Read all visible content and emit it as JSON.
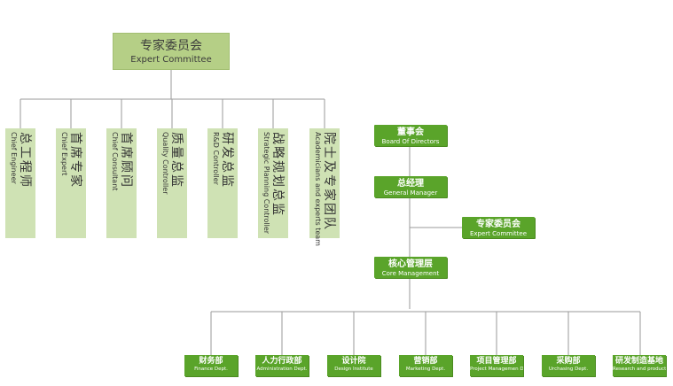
{
  "left_chart": {
    "committee": {
      "zh": "专家委员会",
      "en": "Expert Committee"
    },
    "members": [
      {
        "zh": "总工程师",
        "en": "Chief Engineer"
      },
      {
        "zh": "首席专家",
        "en": "Chief Expert"
      },
      {
        "zh": "首席顾问",
        "en": "Chief Consultant"
      },
      {
        "zh": "质量总监",
        "en": "Quality Controller"
      },
      {
        "zh": "研发总监",
        "en": "R&D Controller"
      },
      {
        "zh": "战略规划总监",
        "en": "Strategic Planning Controller"
      },
      {
        "zh": "院士及专家团队",
        "en": "Academicians and experts team"
      }
    ]
  },
  "right_chart": {
    "board": {
      "zh": "董事会",
      "en": "Board Of Directors"
    },
    "gm": {
      "zh": "总经理",
      "en": "General Manager"
    },
    "expert": {
      "zh": "专家委员会",
      "en": "Expert Committee"
    },
    "core": {
      "zh": "核心管理层",
      "en": "Core Management"
    },
    "departments": [
      {
        "zh": "财务部",
        "en": "Finance Dept."
      },
      {
        "zh": "人力行政部",
        "en": "Administration Dept."
      },
      {
        "zh": "设计院",
        "en": "Design Institute"
      },
      {
        "zh": "营销部",
        "en": "Marketing Dept."
      },
      {
        "zh": "项目管理部",
        "en": "Project Managemen Dept."
      },
      {
        "zh": "采购部",
        "en": "Urchasing Dept."
      },
      {
        "zh": "研发制造基地",
        "en": "Research and production base"
      }
    ]
  },
  "colors": {
    "light_green": "#cfe2b4",
    "header_green": "#b5cf86",
    "dark_green": "#5aa42a",
    "line": "#9a9a9a"
  }
}
